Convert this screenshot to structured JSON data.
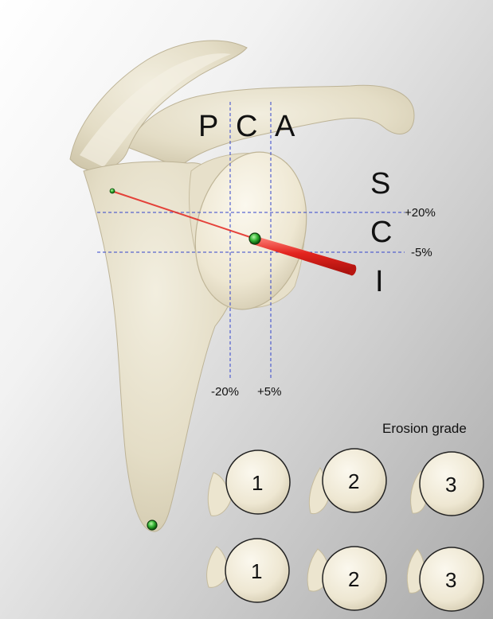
{
  "zones": {
    "horizontal": [
      "P",
      "C",
      "A"
    ],
    "vertical": [
      "S",
      "C",
      "I"
    ]
  },
  "ticks": {
    "upper_line": "+20%",
    "lower_line": "-5%",
    "left_line": "-20%",
    "right_line": "+5%"
  },
  "erosion": {
    "title": "Erosion grade",
    "row1": [
      "1",
      "2",
      "3"
    ],
    "row2": [
      "1",
      "2",
      "3"
    ]
  },
  "colors": {
    "bone": "#e8e2cf",
    "grid_line": "#3344cc",
    "rod": "#e3241e",
    "marker": "#33b533"
  }
}
